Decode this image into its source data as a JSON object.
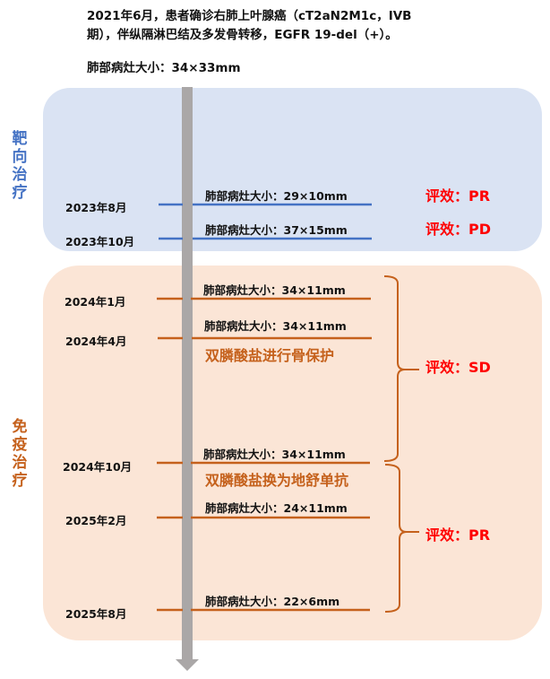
{
  "intro": {
    "line1": "2021年6月，患者确诊右肺上叶腺癌（cT2aN2M1c，IVB",
    "line2": "期），伴纵隔淋巴结及多发骨转移，EGFR 19-del（+）。",
    "initial_size": "肺部病灶大小：34×33mm"
  },
  "phases": {
    "targeted": "靶向治疗",
    "immuno": "免疫治疗"
  },
  "events": [
    {
      "date": "2023年8月",
      "size": "肺部病灶大小：29×10mm"
    },
    {
      "date": "2023年10月",
      "size": "肺部病灶大小：37×15mm"
    },
    {
      "date": "2024年1月",
      "size": "肺部病灶大小：34×11mm"
    },
    {
      "date": "2024年4月",
      "size": "肺部病灶大小：34×11mm",
      "note": "双膦酸盐进行骨保护"
    },
    {
      "date": "2024年10月",
      "size": "肺部病灶大小：34×11mm",
      "note": "双膦酸盐换为地舒单抗"
    },
    {
      "date": "2025年2月",
      "size": "肺部病灶大小：24×11mm"
    },
    {
      "date": "2025年8月",
      "size": "肺部病灶大小：22×6mm"
    }
  ],
  "evaluations": [
    "评效：PR",
    "评效：PD",
    "评效：SD",
    "评效：PR"
  ],
  "colors": {
    "blue": "#4472c4",
    "orange": "#c5611c",
    "red": "#ff0000",
    "timeline": "#aaa7a7"
  }
}
